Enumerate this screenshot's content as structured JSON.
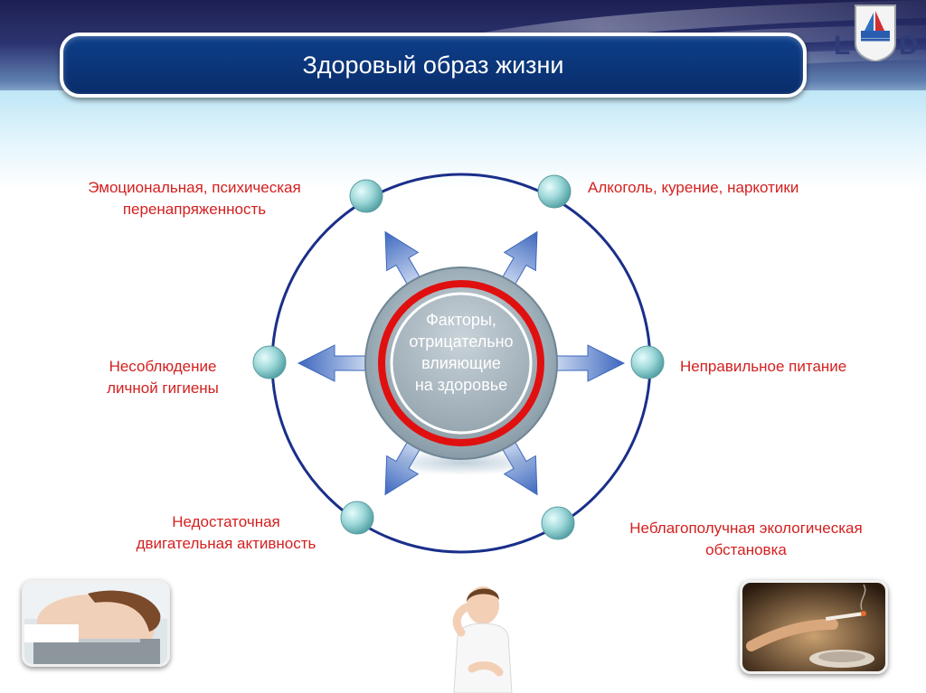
{
  "header": {
    "title": "Здоровый образ жизни"
  },
  "diagram": {
    "center": {
      "lines": [
        "Факторы,",
        "отрицательно",
        "влияющие",
        "на здоровье"
      ]
    },
    "factors": {
      "top_left": [
        "Эмоциональная, психическая",
        "перенапряженность"
      ],
      "top_right": [
        "Алкоголь, курение, наркотики"
      ],
      "left": [
        "Несоблюдение",
        "личной гигиены"
      ],
      "right": [
        "Неправильное питание"
      ],
      "bottom_left": [
        "Недостаточная",
        "двигательная активность"
      ],
      "bottom_right": [
        "Неблагополучная экологическая",
        "обстановка"
      ]
    }
  },
  "colors": {
    "title_bar": "#0d3f8a",
    "label_text": "#d42020",
    "orbit": "#1a2f8a",
    "arrow": "#4a74c4",
    "center_ring": "#e01010",
    "node": "#8fcfd0"
  },
  "images": {
    "left_photo": "sleeping-person-photo",
    "center_photo": "tired-boy-photo",
    "right_photo": "cigarette-smoking-photo",
    "logo": "institution-emblem"
  }
}
